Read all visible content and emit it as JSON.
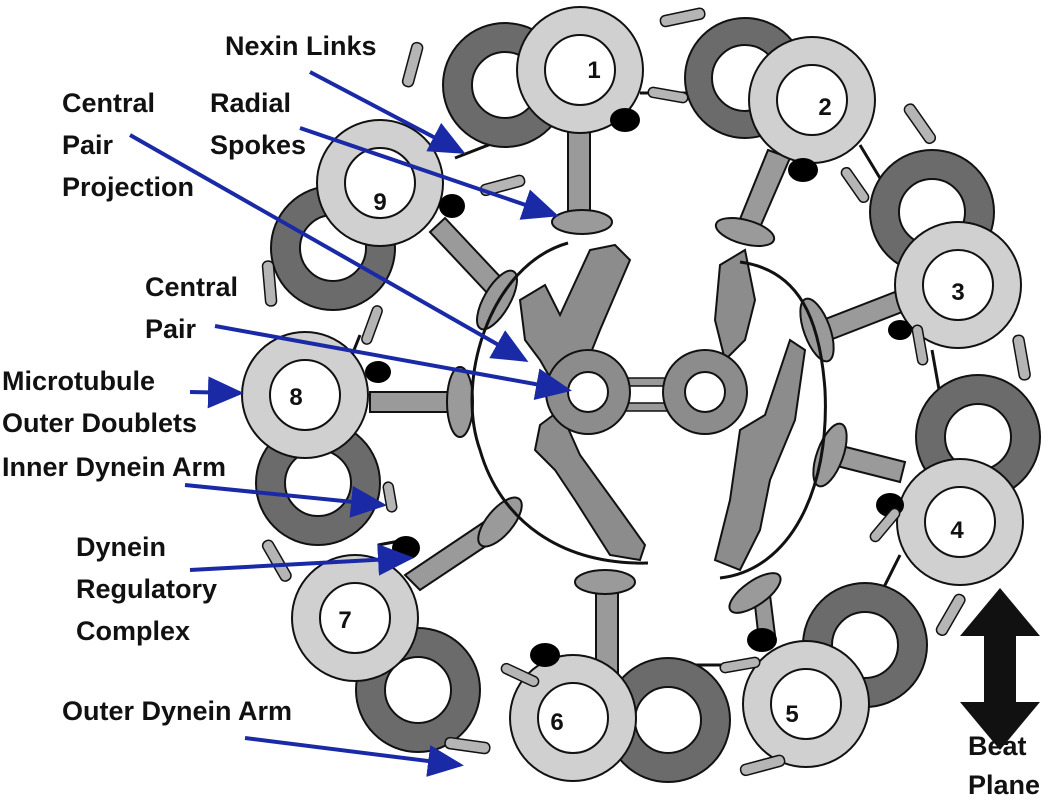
{
  "labels": {
    "nexin_links": "Nexin Links",
    "central_pair_projection": [
      "Central",
      "Pair",
      "Projection"
    ],
    "radial_spokes": [
      "Radial",
      "Spokes"
    ],
    "central_pair": [
      "Central",
      "Pair"
    ],
    "microtubule_outer_doublets": [
      "Microtubule",
      "Outer Doublets"
    ],
    "inner_dynein_arm": "Inner Dynein Arm",
    "dynein_regulatory_complex": [
      "Dynein",
      "Regulatory",
      "Complex"
    ],
    "outer_dynein_arm": "Outer Dynein Arm",
    "beat_plane": [
      "Beat",
      "Plane"
    ]
  },
  "doublet_numbers": [
    "1",
    "2",
    "3",
    "4",
    "5",
    "6",
    "7",
    "8",
    "9"
  ],
  "colors": {
    "a_tubule": "#d0d0d0",
    "b_tubule": "#6b6b6b",
    "spoke": "#9a9a9a",
    "central_pair": "#8c8c8c",
    "arrow": "#1a2aa6",
    "drc": "#000000",
    "dynein_arm": "#b5b5b5"
  }
}
